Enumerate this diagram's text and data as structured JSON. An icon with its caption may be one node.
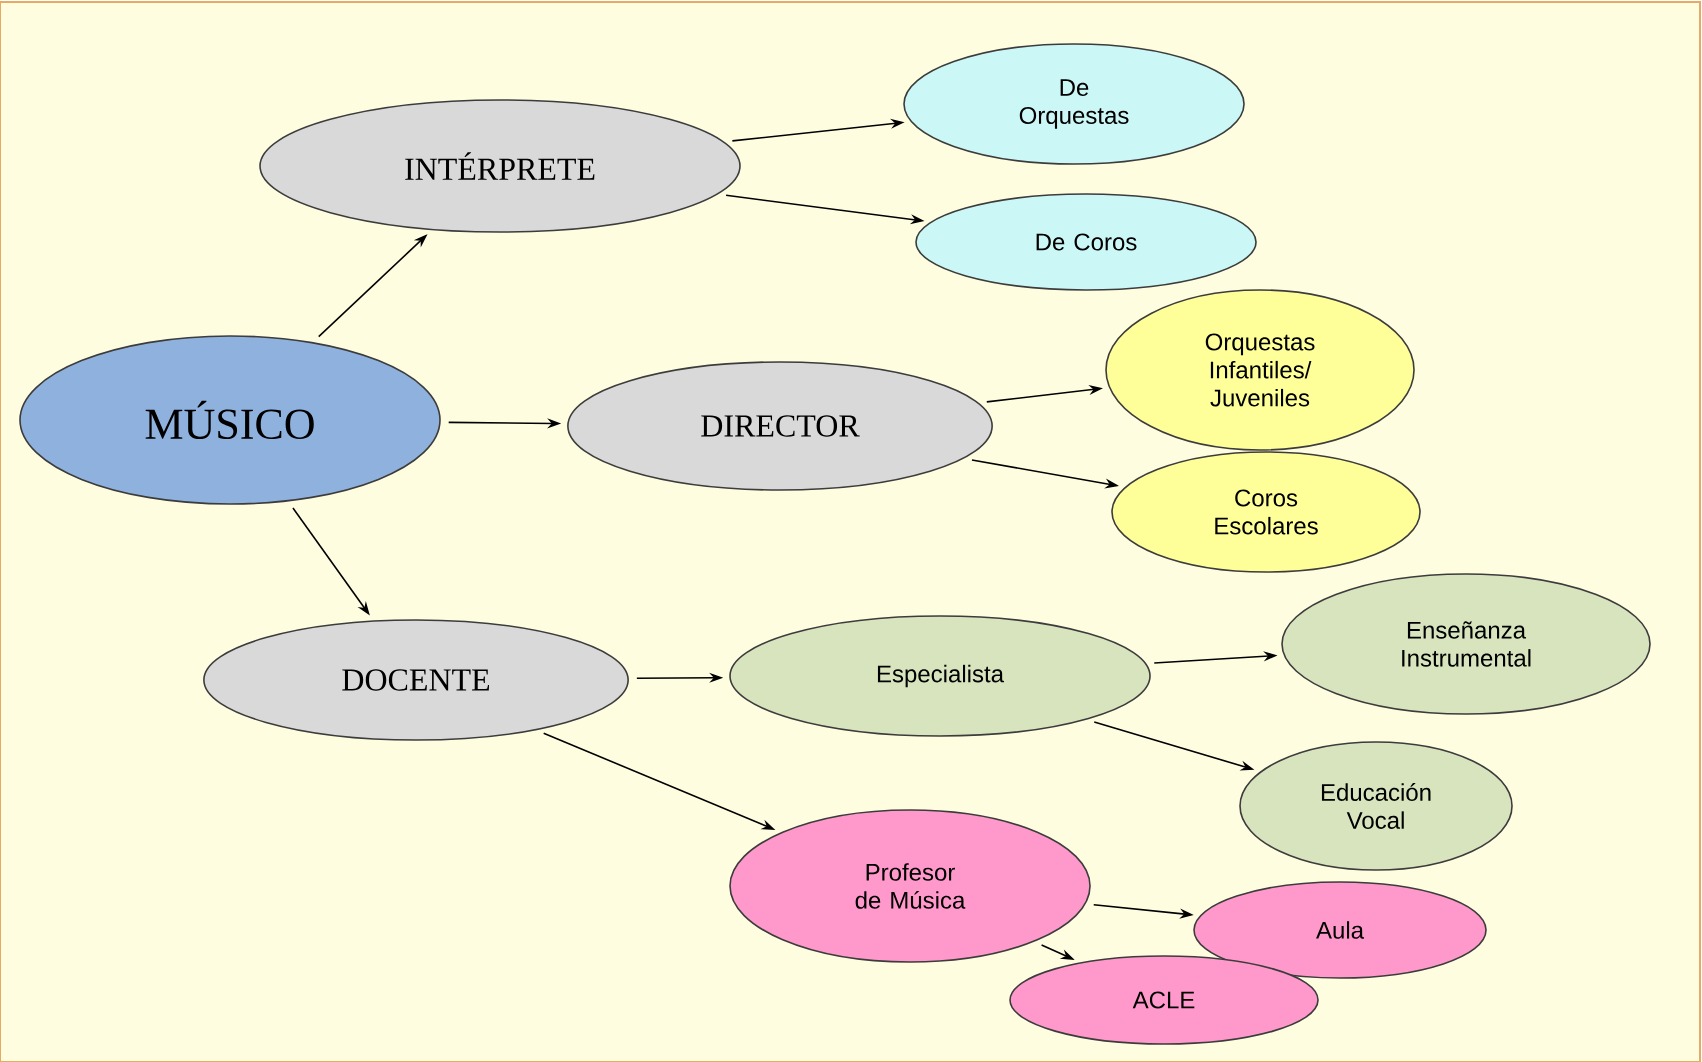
{
  "diagram": {
    "nodes": [
      {
        "text": [
          "MÚSICO"
        ]
      },
      {
        "text": [
          "INTÉRPRETE"
        ]
      },
      {
        "text": [
          "DIRECTOR"
        ]
      },
      {
        "text": [
          "DOCENTE"
        ]
      },
      {
        "text": [
          "De Orquestas"
        ]
      },
      {
        "text": [
          "De Coros"
        ]
      },
      {
        "text": [
          "Orquestas Infantiles/ Juveniles"
        ]
      },
      {
        "text": [
          "Coros Escolares"
        ]
      },
      {
        "text": [
          "Especialista"
        ]
      },
      {
        "text": [
          "Enseñanza Instrumental"
        ]
      },
      {
        "text": [
          "Educación Vocal"
        ]
      },
      {
        "text": [
          "Profesor de Música"
        ]
      },
      {
        "text": [
          "Aula"
        ]
      },
      {
        "text": [
          "ACLE"
        ]
      }
    ],
    "edges": [
      {
        "from": 0,
        "to": 1,
        "arrow": "to"
      },
      {
        "from": 0,
        "to": 2,
        "arrow": "to"
      },
      {
        "from": 0,
        "to": 3,
        "arrow": "to"
      },
      {
        "from": 1,
        "to": 4,
        "arrow": "to"
      },
      {
        "from": 1,
        "to": 5,
        "arrow": "to"
      },
      {
        "from": 2,
        "to": 6,
        "arrow": "to"
      },
      {
        "from": 2,
        "to": 7,
        "arrow": "to"
      },
      {
        "from": 3,
        "to": 8,
        "arrow": "to"
      },
      {
        "from": 3,
        "to": 11,
        "arrow": "to"
      },
      {
        "from": 8,
        "to": 9,
        "arrow": "to"
      },
      {
        "from": 8,
        "to": 10,
        "arrow": "to"
      },
      {
        "from": 11,
        "to": 12,
        "arrow": "to"
      },
      {
        "from": 11,
        "to": 13,
        "arrow": "to"
      }
    ]
  }
}
